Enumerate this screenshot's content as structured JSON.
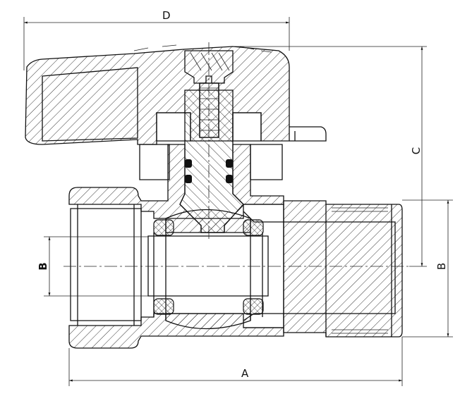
{
  "drawing": {
    "dimension_labels": {
      "a": "A",
      "b_right": "B",
      "b_left": "B",
      "c": "C",
      "d": "D"
    },
    "colors": {
      "line": "#111111",
      "background": "#ffffff",
      "seal": "#111111"
    }
  }
}
